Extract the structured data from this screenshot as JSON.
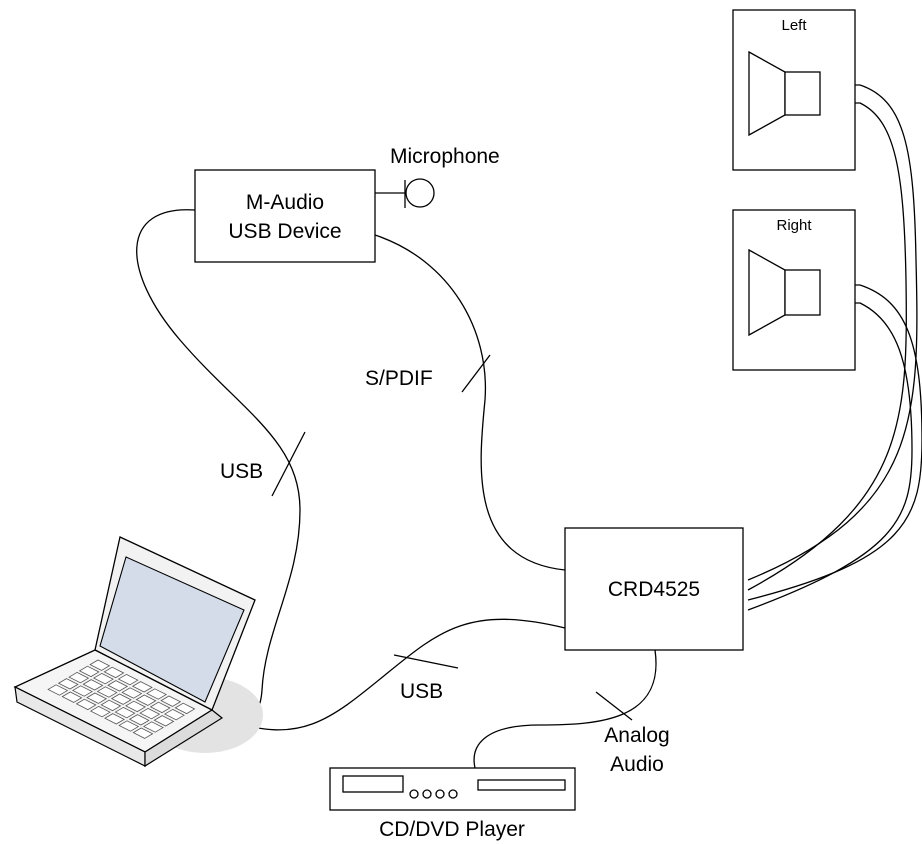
{
  "labels": {
    "microphone": "Microphone",
    "maudio_line1": "M-Audio",
    "maudio_line2": "USB Device",
    "spdif": "S/PDIF",
    "usb_top": "USB",
    "usb_bottom": "USB",
    "crd": "CRD4525",
    "analog_line1": "Analog",
    "analog_line2": "Audio",
    "cd_player": "CD/DVD Player",
    "speaker_left": "Left",
    "speaker_right": "Right"
  }
}
